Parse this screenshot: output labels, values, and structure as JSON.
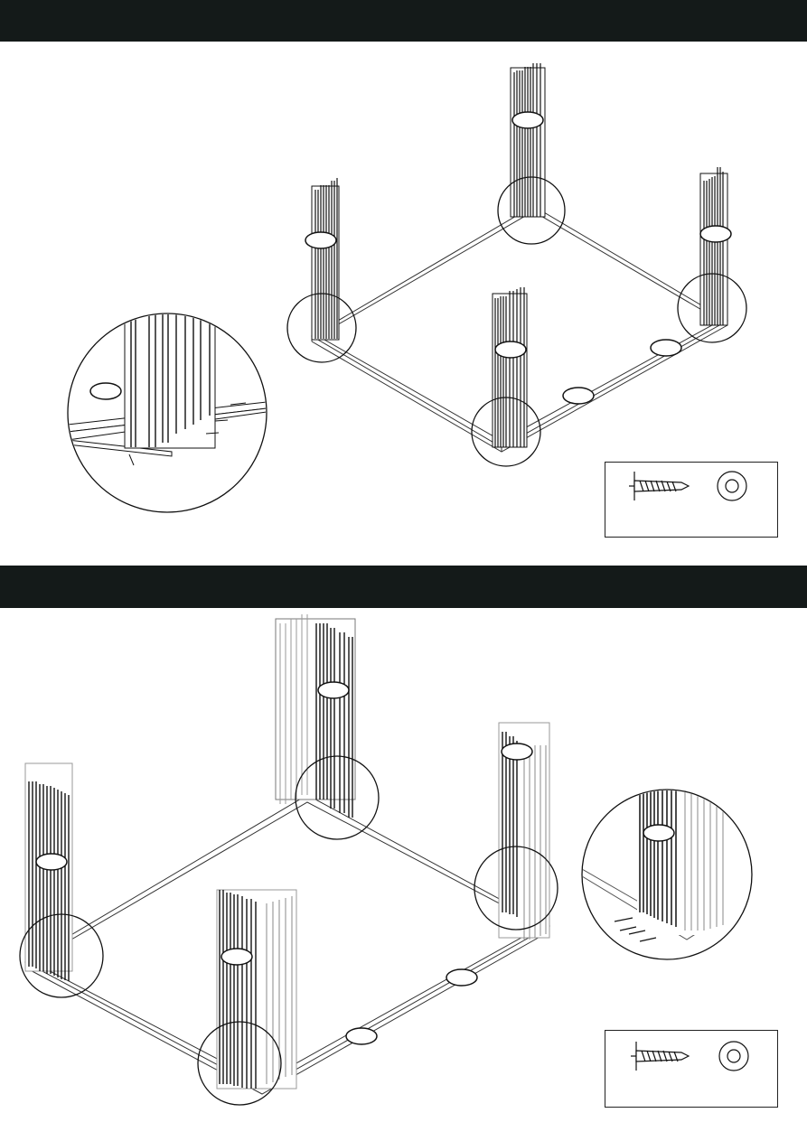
{
  "steps": [
    {
      "title": ""
    },
    {
      "title": ""
    }
  ],
  "parts": [
    {
      "screw_icon": "self-tapping-screw",
      "washer_icon": "washer"
    },
    {
      "screw_icon": "self-tapping-screw",
      "washer_icon": "washer"
    }
  ],
  "colors": {
    "band": "#141a19",
    "line": "#111111"
  }
}
